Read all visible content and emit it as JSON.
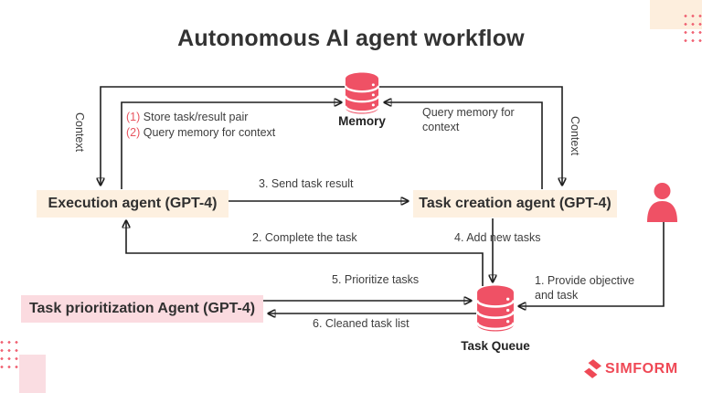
{
  "title": "Autonomous AI agent workflow",
  "nodes": {
    "memory": {
      "label": "Memory"
    },
    "task_queue": {
      "label": "Task Queue"
    },
    "execution_agent": {
      "label": "Execution agent (GPT-4)"
    },
    "task_creation_agent": {
      "label": "Task creation agent (GPT-4)"
    },
    "task_prioritization_agent": {
      "label": "Task prioritization Agent (GPT-4)"
    },
    "user": {
      "label": ""
    }
  },
  "connectors": {
    "context_left": {
      "label": "Context"
    },
    "context_right": {
      "label": "Context"
    },
    "memory_ops": {
      "items": [
        {
          "num": "(1)",
          "text": " Store task/result pair"
        },
        {
          "num": "(2)",
          "text": " Query memory for context"
        }
      ]
    },
    "query_memory": {
      "label": "Query memory for context"
    },
    "step1": {
      "label": "1. Provide objective and task"
    },
    "step2": {
      "label": "2. Complete the task"
    },
    "step3": {
      "label": "3. Send task result"
    },
    "step4": {
      "label": "4. Add new tasks"
    },
    "step5": {
      "label": "5. Prioritize tasks"
    },
    "step6": {
      "label": "6. Cleaned task list"
    }
  },
  "logo": {
    "text": "SIMFORM"
  },
  "colors": {
    "primary_red": "#ef5165",
    "logo_red": "#ef4956",
    "peach_box": "#fdf0e0",
    "pink_box": "#fbdbe0",
    "peach_corner": "#fdeedd",
    "pink_corner": "#fadde2",
    "dot_pink": "#f06273",
    "line_black": "#1f1f1f",
    "text_dark": "#333333"
  }
}
